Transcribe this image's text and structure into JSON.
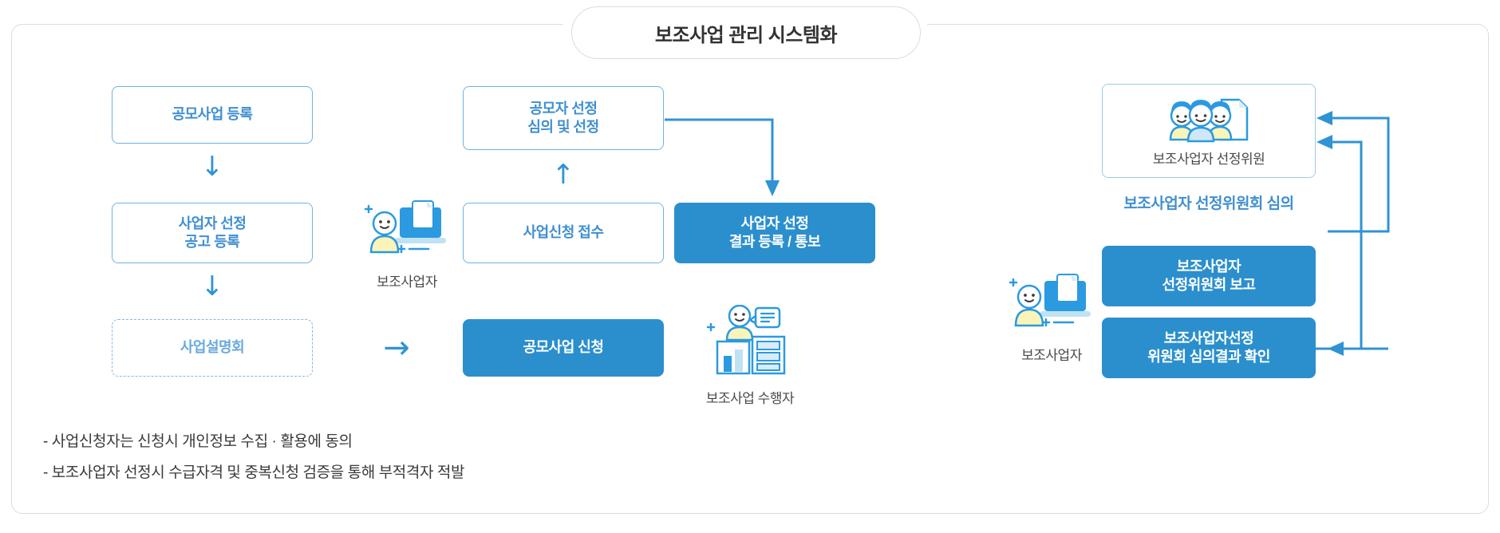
{
  "panel": {
    "title": "보조사업 관리 시스템화"
  },
  "left_column": {
    "boxes": [
      {
        "id": "gongmo-register",
        "label": "공모사업 등록",
        "style": "outline"
      },
      {
        "id": "operator-notice",
        "line1": "사업자 선정",
        "line2": "공고 등록",
        "style": "outline"
      },
      {
        "id": "briefing-session",
        "label": "사업설명회",
        "style": "dashed"
      }
    ],
    "arrows": [
      "↓",
      "↓"
    ]
  },
  "connector_arrow_right": "→",
  "personas": {
    "subsidy_operator_left": {
      "label": "보조사업자",
      "icon": "person-document-icon"
    },
    "subsidy_performer": {
      "label": "보조사업 수행자",
      "icon": "person-chart-cabinet-icon"
    },
    "subsidy_operator_right": {
      "label": "보조사업자",
      "icon": "person-document-icon"
    }
  },
  "middle_column": {
    "boxes": [
      {
        "id": "applicant-review",
        "line1": "공모자 선정",
        "line2": "심의 및 선정",
        "style": "outline"
      },
      {
        "id": "application-intake",
        "label": "사업신청 접수",
        "style": "outline"
      },
      {
        "id": "result-register-notify",
        "line1": "사업자 선정",
        "line2": "결과 등록 / 통보",
        "style": "filled"
      },
      {
        "id": "apply-gongmo",
        "label": "공모사업 신청",
        "style": "filled"
      }
    ],
    "arrow_up": "↑"
  },
  "right_column": {
    "card": {
      "caption": "보조사업자 선정위원",
      "icon": "three-people-document-icon"
    },
    "heading": "보조사업자 선정위원회 심의",
    "boxes": [
      {
        "id": "committee-report",
        "line1": "보조사업자",
        "line2": "선정위원회 보고",
        "style": "filled"
      },
      {
        "id": "committee-result-check",
        "line1": "보조사업자선정",
        "line2": "위원회 심의결과 확인",
        "style": "filled"
      }
    ]
  },
  "notes": [
    "- 사업신청자는 신청시 개인정보 수집 · 활용에 동의",
    "- 보조사업자 선정시 수급자격 및 중복신청 검증을 통해 부적격자 적발"
  ],
  "colors": {
    "accent": "#2b8fcd",
    "outline": "#6cb3e0",
    "text_blue": "#3f8fd0",
    "panel_border": "#dcdcdc",
    "note_text": "#3a3a3a"
  }
}
